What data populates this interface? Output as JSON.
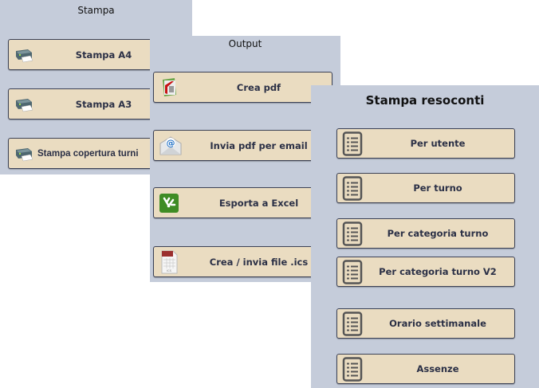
{
  "stampa": {
    "title": "Stampa",
    "buttons": [
      {
        "label": "Stampa A4",
        "icon": "printer-icon"
      },
      {
        "label": "Stampa A3",
        "icon": "printer-icon"
      },
      {
        "label": "Stampa copertura turni",
        "icon": "printer-icon"
      }
    ]
  },
  "output": {
    "title": "Output",
    "buttons": [
      {
        "label": "Crea pdf",
        "icon": "pdf-icon"
      },
      {
        "label": "Invia pdf per email",
        "icon": "email-icon"
      },
      {
        "label": "Esporta  a Excel",
        "icon": "excel-icon"
      },
      {
        "label": "Crea / invia file .ics",
        "icon": "calendar-icon"
      }
    ]
  },
  "resoconti": {
    "title": "Stampa resoconti",
    "buttons": [
      {
        "label": "Per utente"
      },
      {
        "label": "Per turno"
      },
      {
        "label": "Per categoria turno"
      },
      {
        "label": "Per categoria turno V2"
      },
      {
        "label": "Orario settimanale"
      },
      {
        "label": "Assenze"
      }
    ]
  }
}
